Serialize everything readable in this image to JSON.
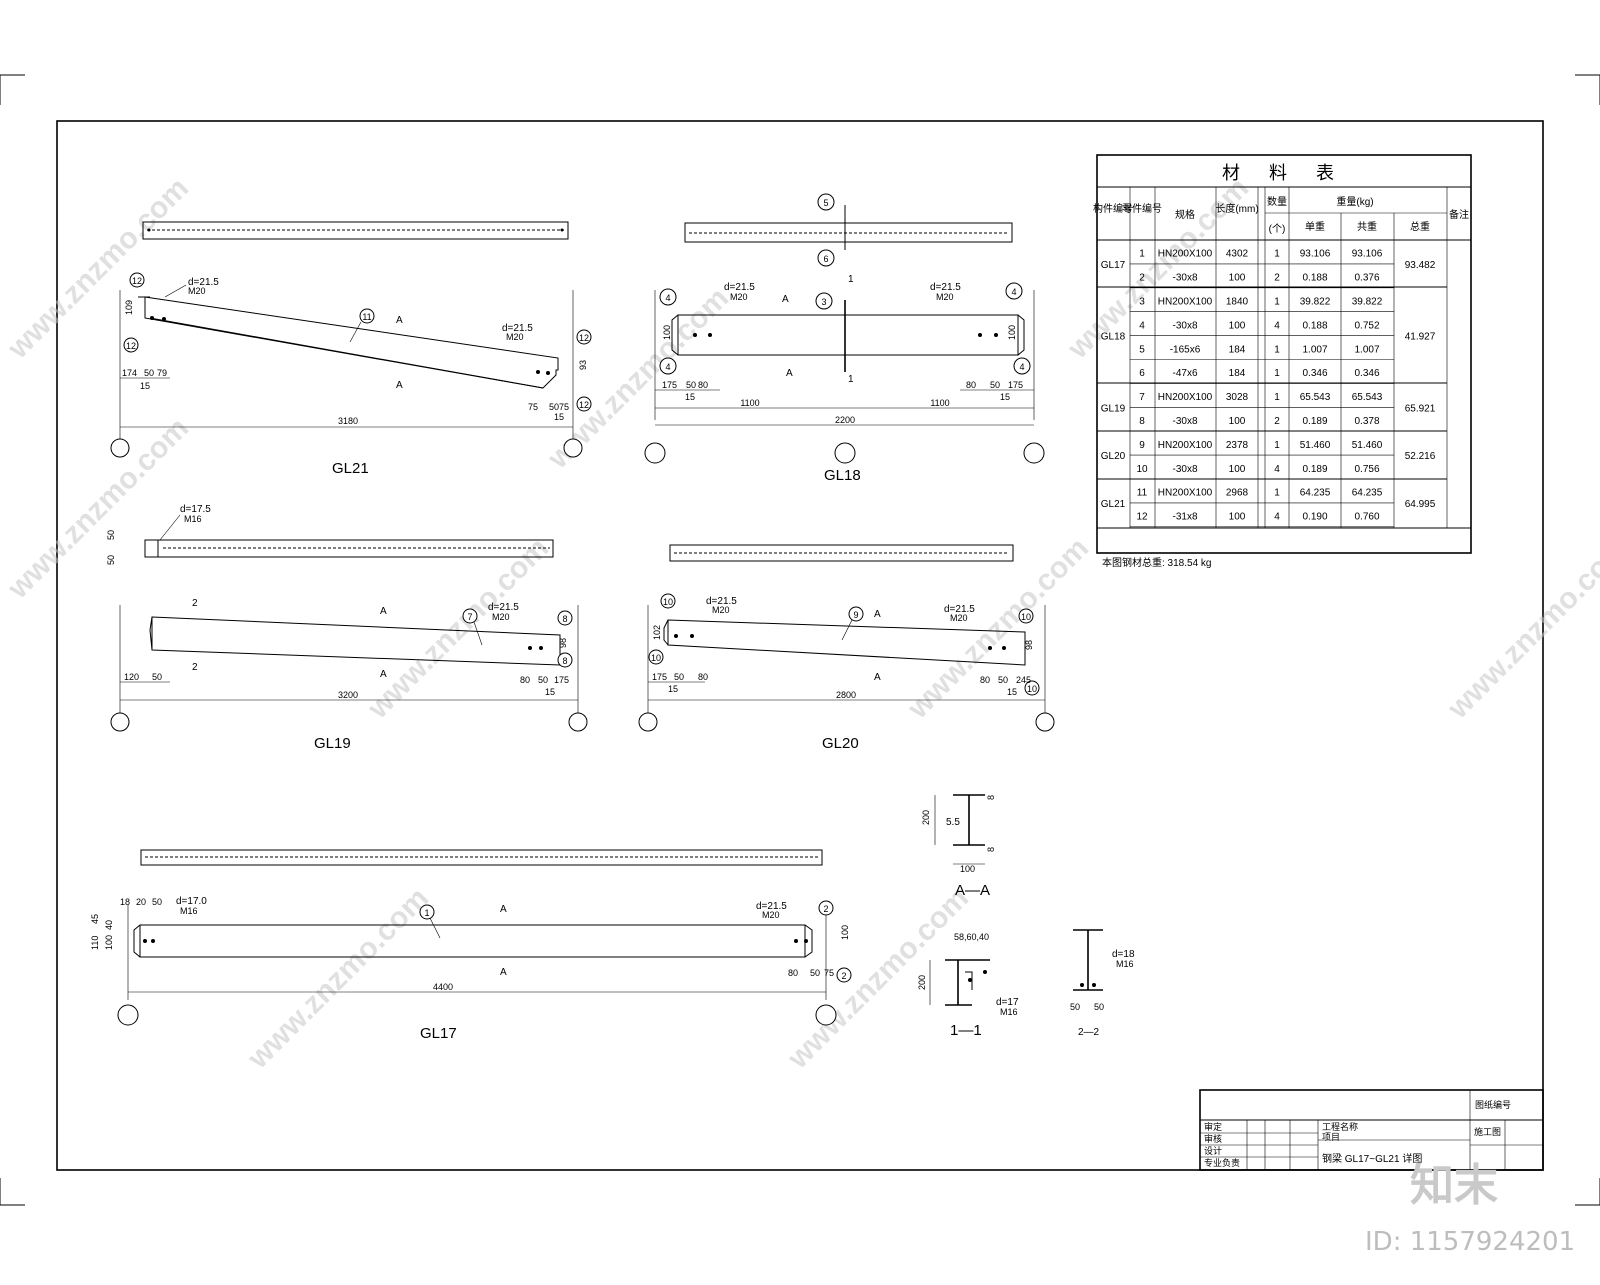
{
  "drawings": {
    "gl21": {
      "label": "GL21",
      "total": "3180",
      "d1": "174",
      "d2": "50",
      "d3": "79",
      "d4": "15",
      "d5": "75",
      "d6": "50",
      "d7": "75",
      "d8": "15",
      "h1": "109",
      "h2": "93",
      "bolt_d": "d=21.5",
      "bolt_m": "M20",
      "section": "A",
      "parts": [
        "11",
        "12",
        "12",
        "12"
      ]
    },
    "gl18": {
      "label": "GL18",
      "total": "2200",
      "left": "1100",
      "right": "1100",
      "d1": "175",
      "d2": "50",
      "d3": "80",
      "d4": "15",
      "d5": "80",
      "d6": "50",
      "d7": "175",
      "d8": "15",
      "h": "100",
      "bolt_d": "d=21.5",
      "bolt_m": "M20",
      "section": "A",
      "section1": "1",
      "parts": [
        "5",
        "6",
        "3",
        "4",
        "4",
        "4",
        "4"
      ]
    },
    "gl19": {
      "label": "GL19",
      "total": "3200",
      "d1": "120",
      "d2": "50",
      "d3": "80",
      "d4": "50",
      "d5": "175",
      "d6": "15",
      "h": "98",
      "bolt_d": "d=21.5",
      "bolt_m": "M20",
      "bolt2_d": "d=17.5",
      "bolt2_m": "M16",
      "top_dims": [
        "50",
        "50"
      ],
      "section": "A",
      "section2": "2",
      "parts": [
        "7",
        "8",
        "8"
      ]
    },
    "gl20": {
      "label": "GL20",
      "total": "2800",
      "d1": "175",
      "d2": "50",
      "d3": "80",
      "d4": "15",
      "d5": "80",
      "d6": "50",
      "d7": "245",
      "d8": "15",
      "h1": "102",
      "h2": "98",
      "bolt_d": "d=21.5",
      "bolt_m": "M20",
      "section": "A",
      "parts": [
        "9",
        "10",
        "10",
        "10",
        "10"
      ]
    },
    "gl17": {
      "label": "GL17",
      "total": "4400",
      "d1": "18",
      "d2": "20",
      "d3": "50",
      "d4": "80",
      "d5": "50",
      "d6": "75",
      "h1": "110",
      "h2": "45",
      "h3": "40",
      "h4": "100",
      "h5": "100",
      "bolt_d": "d=21.5",
      "bolt_m": "M20",
      "bolt2_d": "d=17.0",
      "bolt2_m": "M16",
      "section": "A",
      "parts": [
        "1",
        "2",
        "2"
      ]
    },
    "sec_aa": {
      "label": "A—A",
      "h": "200",
      "w": "100",
      "tw": "5.5",
      "tf1": "8",
      "tf2": "8"
    },
    "sec_11": {
      "label": "1—1",
      "h": "200",
      "dims": "58,60,40",
      "bolt_d": "d=17",
      "bolt_m": "M16"
    },
    "sec_22": {
      "label": "2—2",
      "d1": "50",
      "d2": "50",
      "bolt_d": "d=18",
      "bolt_m": "M16"
    }
  },
  "material_table": {
    "title": "材 料 表",
    "headers": {
      "member": "构件编号",
      "part": "零件编号",
      "spec": "规格",
      "length": "长度(mm)",
      "qty": "数量",
      "qty_sub": "(个)",
      "weight": "重量(kg)",
      "single": "单重",
      "total": "共重",
      "sum": "总重",
      "remark": "备注"
    },
    "rows": [
      {
        "member": "GL17",
        "part": "1",
        "spec": "HN200X100",
        "length": "4302",
        "qty": "1",
        "single": "93.106",
        "total": "93.106",
        "sum": "93.482"
      },
      {
        "member": "",
        "part": "2",
        "spec": "-30x8",
        "length": "100",
        "qty": "2",
        "single": "0.188",
        "total": "0.376",
        "sum": ""
      },
      {
        "member": "GL18",
        "part": "3",
        "spec": "HN200X100",
        "length": "1840",
        "qty": "1",
        "single": "39.822",
        "total": "39.822",
        "sum": "41.927"
      },
      {
        "member": "",
        "part": "4",
        "spec": "-30x8",
        "length": "100",
        "qty": "4",
        "single": "0.188",
        "total": "0.752",
        "sum": ""
      },
      {
        "member": "",
        "part": "5",
        "spec": "-165x6",
        "length": "184",
        "qty": "1",
        "single": "1.007",
        "total": "1.007",
        "sum": ""
      },
      {
        "member": "",
        "part": "6",
        "spec": "-47x6",
        "length": "184",
        "qty": "1",
        "single": "0.346",
        "total": "0.346",
        "sum": ""
      },
      {
        "member": "GL19",
        "part": "7",
        "spec": "HN200X100",
        "length": "3028",
        "qty": "1",
        "single": "65.543",
        "total": "65.543",
        "sum": "65.921"
      },
      {
        "member": "",
        "part": "8",
        "spec": "-30x8",
        "length": "100",
        "qty": "2",
        "single": "0.189",
        "total": "0.378",
        "sum": ""
      },
      {
        "member": "GL20",
        "part": "9",
        "spec": "HN200X100",
        "length": "2378",
        "qty": "1",
        "single": "51.460",
        "total": "51.460",
        "sum": "52.216"
      },
      {
        "member": "",
        "part": "10",
        "spec": "-30x8",
        "length": "100",
        "qty": "4",
        "single": "0.189",
        "total": "0.756",
        "sum": ""
      },
      {
        "member": "GL21",
        "part": "11",
        "spec": "HN200X100",
        "length": "2968",
        "qty": "1",
        "single": "64.235",
        "total": "64.235",
        "sum": "64.995"
      },
      {
        "member": "",
        "part": "12",
        "spec": "-31x8",
        "length": "100",
        "qty": "4",
        "single": "0.190",
        "total": "0.760",
        "sum": ""
      }
    ],
    "footer": "本图钢材总重: 318.54 kg"
  },
  "title_block": {
    "drawing_no": "图纸编号",
    "project": "工程名称",
    "item": "项目",
    "drawing_name": "钢梁 GL17~GL21 详图",
    "rows": [
      "审定",
      "审核",
      "设计",
      "专业负责"
    ],
    "stage": "施工图"
  },
  "watermark": {
    "text": "www.znzmo.com",
    "logo": "知末",
    "id": "ID: 1157924201"
  }
}
